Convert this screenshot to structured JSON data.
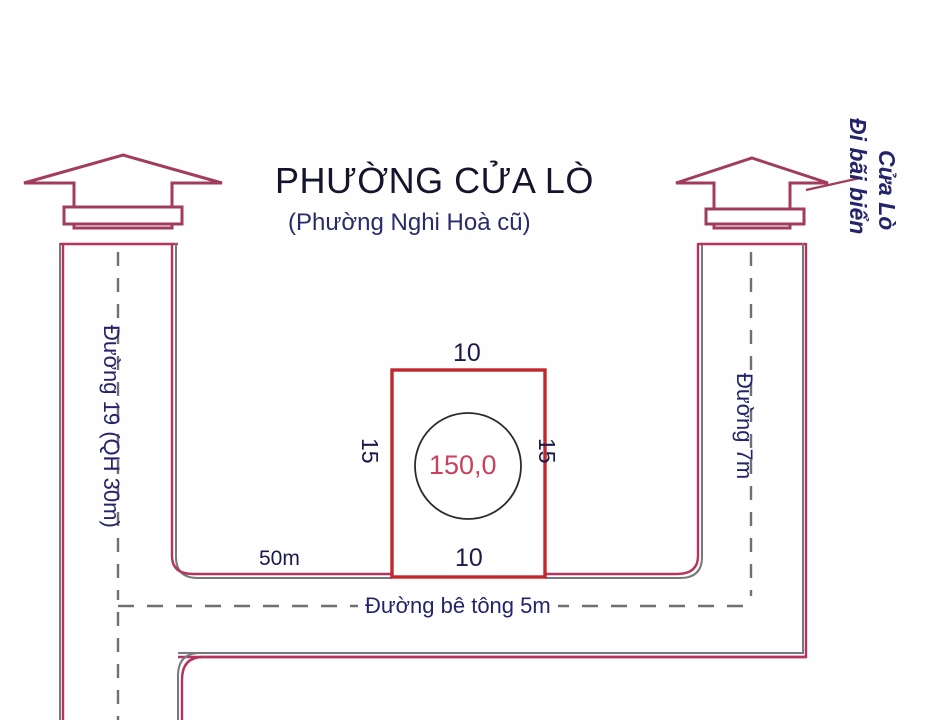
{
  "diagram": {
    "title": "PHƯỜNG CỬA LÒ",
    "subtitle": "(Phường Nghi Hoà cũ)",
    "colors": {
      "plot_outline": "#c0282d",
      "road_pink": "#b5335f",
      "road_gray": "#77777d",
      "text_navy": "#24246b",
      "area_text": "#c9415c",
      "arrow_outline": "#a13c5e"
    }
  },
  "plot": {
    "top_dimension": "10",
    "bottom_dimension": "10",
    "left_dimension": "15",
    "right_dimension": "15",
    "area_label": "150,0"
  },
  "roads": {
    "left": {
      "label": "Đường 19 (QH 30m)"
    },
    "right": {
      "label": "Đường 7m"
    },
    "bottom": {
      "label": "Đường bê tông 5m"
    },
    "frontage_length": "50m"
  },
  "annotations": {
    "beach_line1": "Đi bãi biển",
    "beach_line2": "Cửa Lò"
  },
  "icons": {
    "left_arrow": "up-arrow-icon",
    "right_arrow": "up-arrow-icon"
  }
}
